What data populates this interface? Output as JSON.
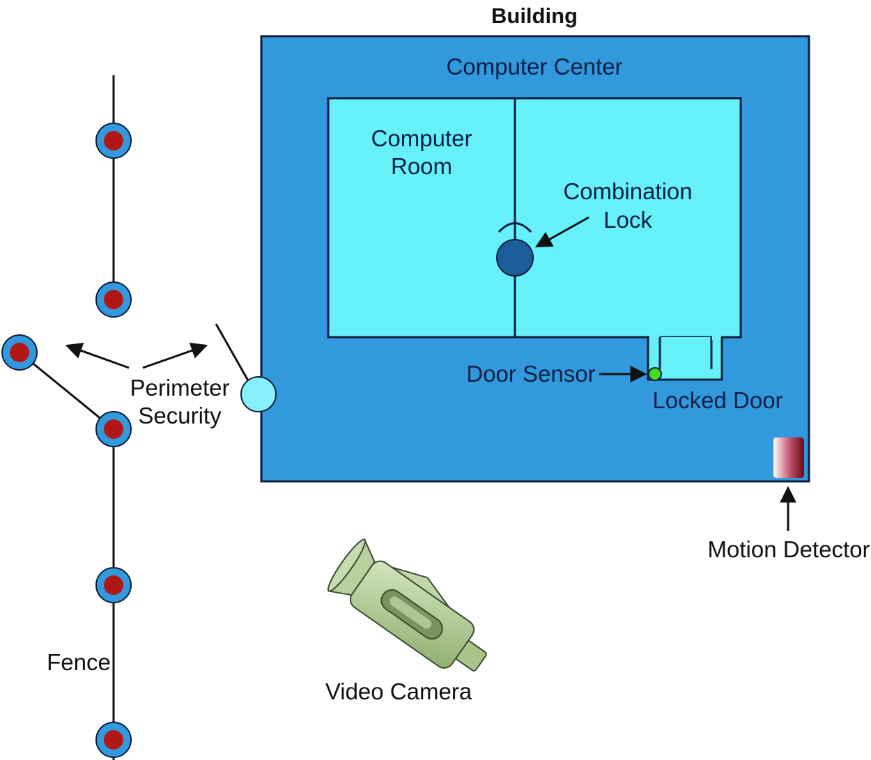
{
  "labels": {
    "building": "Building",
    "computer_center": "Computer Center",
    "computer_room_line1": "Computer",
    "computer_room_line2": "Room",
    "combination_lock_line1": "Combination",
    "combination_lock_line2": "Lock",
    "door_sensor": "Door Sensor",
    "locked_door": "Locked Door",
    "motion_detector": "Motion Detector",
    "perimeter_security_line1": "Perimeter",
    "perimeter_security_line2": "Security",
    "fence": "Fence",
    "video_camera": "Video Camera"
  },
  "colors": {
    "building_fill": "#3399dd",
    "room_fill": "#66f0fa",
    "fence_post_ring": "#3399dd",
    "fence_post_core": "#b01818",
    "lock_fill": "#1a5c9c",
    "door_sensor": "#44dd22",
    "perimeter_sensor": "#88f0fa",
    "camera_body": "#a8c48a",
    "motion_detector": "#7a1020"
  },
  "icons": {
    "fence_post": "fence-post-icon",
    "combination_lock": "combination-lock-icon",
    "door_sensor": "door-sensor-icon",
    "motion_detector": "motion-detector-icon",
    "video_camera": "video-camera-icon",
    "perimeter_sensor": "perimeter-sensor-icon"
  }
}
